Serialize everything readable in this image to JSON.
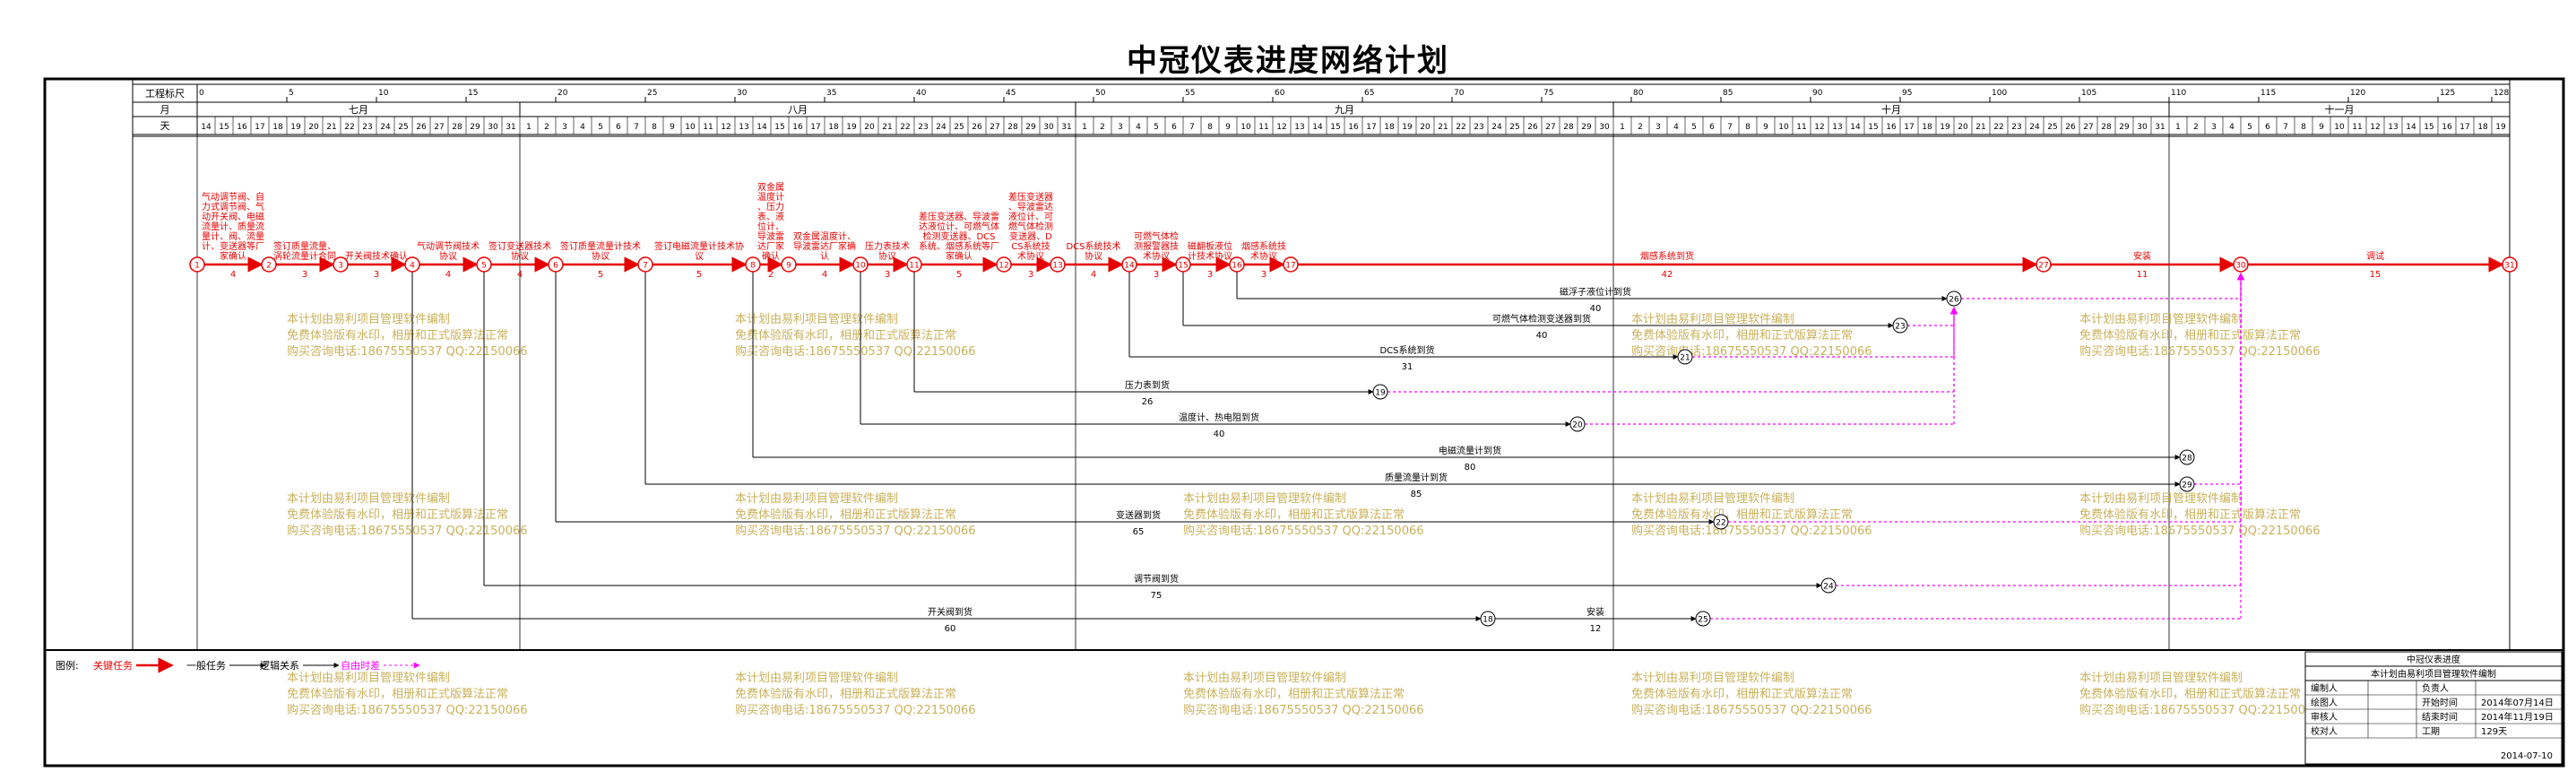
{
  "title": "中冠仪表进度网络计划",
  "header": {
    "scale_label": "工程标尺",
    "month_label": "月",
    "day_label": "天",
    "scale_ticks": [
      "0",
      "5",
      "10",
      "15",
      "20",
      "25",
      "30",
      "35",
      "40",
      "45",
      "50",
      "55",
      "60",
      "65",
      "70",
      "75",
      "80",
      "85",
      "90",
      "95",
      "100",
      "105",
      "110",
      "115",
      "120",
      "125",
      "128"
    ],
    "months": [
      {
        "name": "七月",
        "start": 0,
        "len": 18
      },
      {
        "name": "八月",
        "start": 18,
        "len": 31
      },
      {
        "name": "九月",
        "start": 49,
        "len": 30
      },
      {
        "name": "十月",
        "start": 79,
        "len": 31
      },
      {
        "name": "十一月",
        "start": 110,
        "len": 19
      }
    ],
    "days": [
      "14",
      "15",
      "16",
      "17",
      "18",
      "19",
      "20",
      "21",
      "22",
      "23",
      "24",
      "25",
      "26",
      "27",
      "28",
      "29",
      "30",
      "31",
      "1",
      "2",
      "3",
      "4",
      "5",
      "6",
      "7",
      "8",
      "9",
      "10",
      "11",
      "12",
      "13",
      "14",
      "15",
      "16",
      "17",
      "18",
      "19",
      "20",
      "21",
      "22",
      "23",
      "24",
      "25",
      "26",
      "27",
      "28",
      "29",
      "30",
      "31",
      "1",
      "2",
      "3",
      "4",
      "5",
      "6",
      "7",
      "8",
      "9",
      "10",
      "11",
      "12",
      "13",
      "14",
      "15",
      "16",
      "17",
      "18",
      "19",
      "20",
      "21",
      "22",
      "23",
      "24",
      "25",
      "26",
      "27",
      "28",
      "29",
      "30",
      "1",
      "2",
      "3",
      "4",
      "5",
      "6",
      "7",
      "8",
      "9",
      "10",
      "11",
      "12",
      "13",
      "14",
      "15",
      "16",
      "17",
      "18",
      "19",
      "20",
      "21",
      "22",
      "23",
      "24",
      "25",
      "26",
      "27",
      "28",
      "29",
      "30",
      "31",
      "1",
      "2",
      "3",
      "4",
      "5",
      "6",
      "7",
      "8",
      "9",
      "10",
      "11",
      "12",
      "13",
      "14",
      "15",
      "16",
      "17",
      "18",
      "19"
    ]
  },
  "network": {
    "critical_nodes": [
      {
        "id": "1",
        "t": 0
      },
      {
        "id": "2",
        "t": 4
      },
      {
        "id": "3",
        "t": 8
      },
      {
        "id": "4",
        "t": 12
      },
      {
        "id": "5",
        "t": 16
      },
      {
        "id": "6",
        "t": 20
      },
      {
        "id": "7",
        "t": 25
      },
      {
        "id": "8",
        "t": 31
      },
      {
        "id": "9",
        "t": 33
      },
      {
        "id": "10",
        "t": 37
      },
      {
        "id": "11",
        "t": 40
      },
      {
        "id": "12",
        "t": 45
      },
      {
        "id": "13",
        "t": 48
      },
      {
        "id": "14",
        "t": 52
      },
      {
        "id": "15",
        "t": 55
      },
      {
        "id": "16",
        "t": 58
      },
      {
        "id": "17",
        "t": 61
      },
      {
        "id": "27",
        "t": 103
      },
      {
        "id": "30",
        "t": 114
      },
      {
        "id": "31",
        "t": 129
      }
    ],
    "critical_tasks": [
      {
        "from": 0,
        "to": 4,
        "name": "气动调节阀、自力式调节阀、气动开关阀、电磁流量计、质量流量计、阀、流量计、变送器等厂家确认",
        "dur": "4"
      },
      {
        "from": 4,
        "to": 8,
        "name": "签订质量流量、涡轮流量计合同",
        "dur": "3"
      },
      {
        "from": 8,
        "to": 12,
        "name": "开关阀技术确认",
        "dur": "3"
      },
      {
        "from": 12,
        "to": 16,
        "name": "气动调节阀技术协议",
        "dur": "4"
      },
      {
        "from": 16,
        "to": 20,
        "name": "签订变送器技术协议",
        "dur": "4"
      },
      {
        "from": 20,
        "to": 25,
        "name": "签订质量流量计技术协议",
        "dur": "5"
      },
      {
        "from": 25,
        "to": 31,
        "name": "签订电磁流量计技术协议",
        "dur": "5"
      },
      {
        "from": 31,
        "to": 33,
        "name": "双金属温度计、压力表、液位计、导波雷达厂家确认",
        "dur": "2"
      },
      {
        "from": 33,
        "to": 37,
        "name": "双金属温度计、导波雷达厂家确认",
        "dur": "4"
      },
      {
        "from": 37,
        "to": 40,
        "name": "压力表技术协议",
        "dur": "3"
      },
      {
        "from": 40,
        "to": 45,
        "name": "差压变送器、导波雷达液位计、可燃气体检测变送器、DCS系统、烟感系统等厂家确认",
        "dur": "5"
      },
      {
        "from": 45,
        "to": 48,
        "name": "差压变送器、导波雷达液位计、可燃气体检测变送器、DCS系统技术协议",
        "dur": "3"
      },
      {
        "from": 48,
        "to": 52,
        "name": "DCS系统技术协议",
        "dur": "4"
      },
      {
        "from": 52,
        "to": 55,
        "name": "可燃气体检测报警器技术协议",
        "dur": "3"
      },
      {
        "from": 55,
        "to": 58,
        "name": "磁翻板液位计技术协议",
        "dur": "3"
      },
      {
        "from": 58,
        "to": 61,
        "name": "烟感系统技术协议",
        "dur": "3"
      },
      {
        "from": 61,
        "to": 103,
        "name": "烟感系统到货",
        "dur": "42"
      },
      {
        "from": 103,
        "to": 114,
        "name": "安装",
        "dur": "11"
      },
      {
        "from": 114,
        "to": 129,
        "name": "调试",
        "dur": "15"
      }
    ],
    "branch_tasks": [
      {
        "from_node": "16",
        "from": 58,
        "to": 98,
        "node": "26",
        "name": "磁浮子液位计到货",
        "dur": "40"
      },
      {
        "from_node": "15",
        "from": 55,
        "to": 95,
        "node": "23",
        "name": "可燃气体检测变送器到货",
        "dur": "40"
      },
      {
        "from_node": "14",
        "from": 52,
        "to": 83,
        "node": "21",
        "name": "DCS系统到货",
        "dur": "31"
      },
      {
        "from_node": "11",
        "from": 40,
        "to": 66,
        "node": "19",
        "name": "压力表到货",
        "dur": "26"
      },
      {
        "from_node": "10",
        "from": 37,
        "to": 77,
        "node": "20",
        "name": "温度计、热电阻到货",
        "dur": "40"
      },
      {
        "from_node": "8",
        "from": 31,
        "to": 111,
        "node": "28",
        "name": "电磁流量计到货",
        "dur": "80"
      },
      {
        "from_node": "7",
        "from": 25,
        "to": 111,
        "node": "29",
        "name": "质量流量计到货",
        "dur": "85"
      },
      {
        "from_node": "6",
        "from": 20,
        "to": 85,
        "node": "22",
        "name": "变送器到货",
        "dur": "65"
      },
      {
        "from_node": "5",
        "from": 16,
        "to": 91,
        "node": "24",
        "name": "调节阀到货",
        "dur": "75"
      },
      {
        "from_node": "4",
        "from": 12,
        "to": 72,
        "node": "18",
        "name": "开关阀到货",
        "dur": "60"
      },
      {
        "from_node": "18",
        "from": 72,
        "to": 84,
        "node": "25",
        "name": "安装",
        "dur": "12"
      }
    ],
    "free_float": [
      {
        "from": 95,
        "to": 98
      },
      {
        "from": 83,
        "to": 98
      },
      {
        "from": 66,
        "to": 98
      },
      {
        "from": 77,
        "to": 98
      },
      {
        "from": 98,
        "to": 114
      },
      {
        "from": 111,
        "to": 114
      },
      {
        "from": 85,
        "to": 114
      },
      {
        "from": 91,
        "to": 114
      },
      {
        "from": 84,
        "to": 114
      }
    ]
  },
  "watermark": {
    "lines": [
      "本计划由易利项目管理软件编制",
      "免费体验版有水印，相册和正式版算法正常",
      "购买咨询电话:18675550537 QQ:22150066"
    ]
  },
  "legend": {
    "label": "图例:",
    "items": [
      "关键任务",
      "一般任务",
      "逻辑关系",
      "自由时差"
    ]
  },
  "infobox": {
    "title": "中冠仪表进度",
    "subtitle": "本计划由易利项目管理软件编制",
    "rows": [
      {
        "k": "编制人",
        "v": "负责人",
        "w": ""
      },
      {
        "k": "绘图人",
        "v": "开始时间",
        "w": "2014年07月14日"
      },
      {
        "k": "审核人",
        "v": "结束时间",
        "w": "2014年11月19日"
      },
      {
        "k": "校对人",
        "v": "工期",
        "w": "129天"
      }
    ],
    "date": "2014-07-10"
  },
  "colors": {
    "critical": "#e60000",
    "normal": "#000000",
    "float": "#ff00ff",
    "border": "#000000",
    "watermark": "#c9b15a"
  }
}
